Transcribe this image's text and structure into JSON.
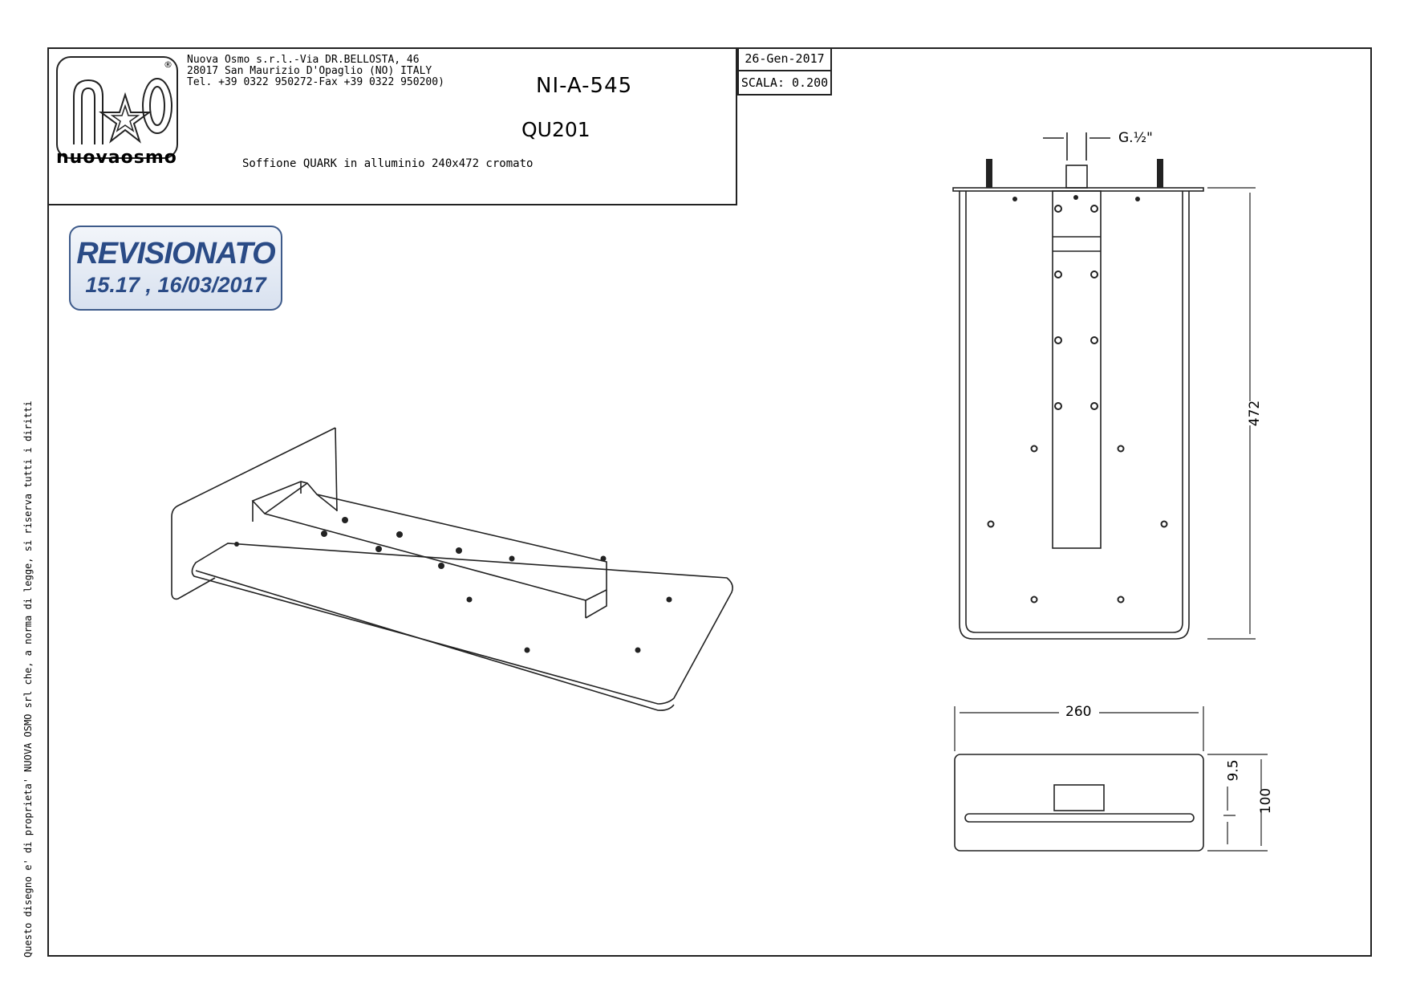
{
  "title_block": {
    "company_address_lines": [
      "Nuova Osmo s.r.l.-Via DR.BELLOSTA, 46",
      "28017 San Maurizio D'Opaglio (NO) ITALY",
      "Tel. +39 0322 950272-Fax +39 0322 950200)"
    ],
    "logo_wordmark": "nuovaosmo",
    "logo_registered": "®",
    "drawing_number": "NI-A-545",
    "product_code": "QU201",
    "description": "Soffione QUARK in alluminio 240x472 cromato",
    "date": "26-Gen-2017",
    "scale": "SCALA: 0.200"
  },
  "revision_stamp": {
    "label": "REVISIONATO",
    "detail": "15.17 , 16/03/2017",
    "color": "#2a4b86"
  },
  "side_note": "Questo disegno e' di proprieta' NUOVA OSMO srl che, a norma di legge, si riserva tutti i diritti",
  "dimensions": {
    "thread": "G.½\"",
    "height": "472",
    "width": "260",
    "thickness": "9.5",
    "depth": "100"
  },
  "views": [
    "isometric-view",
    "top-view",
    "front-view"
  ]
}
